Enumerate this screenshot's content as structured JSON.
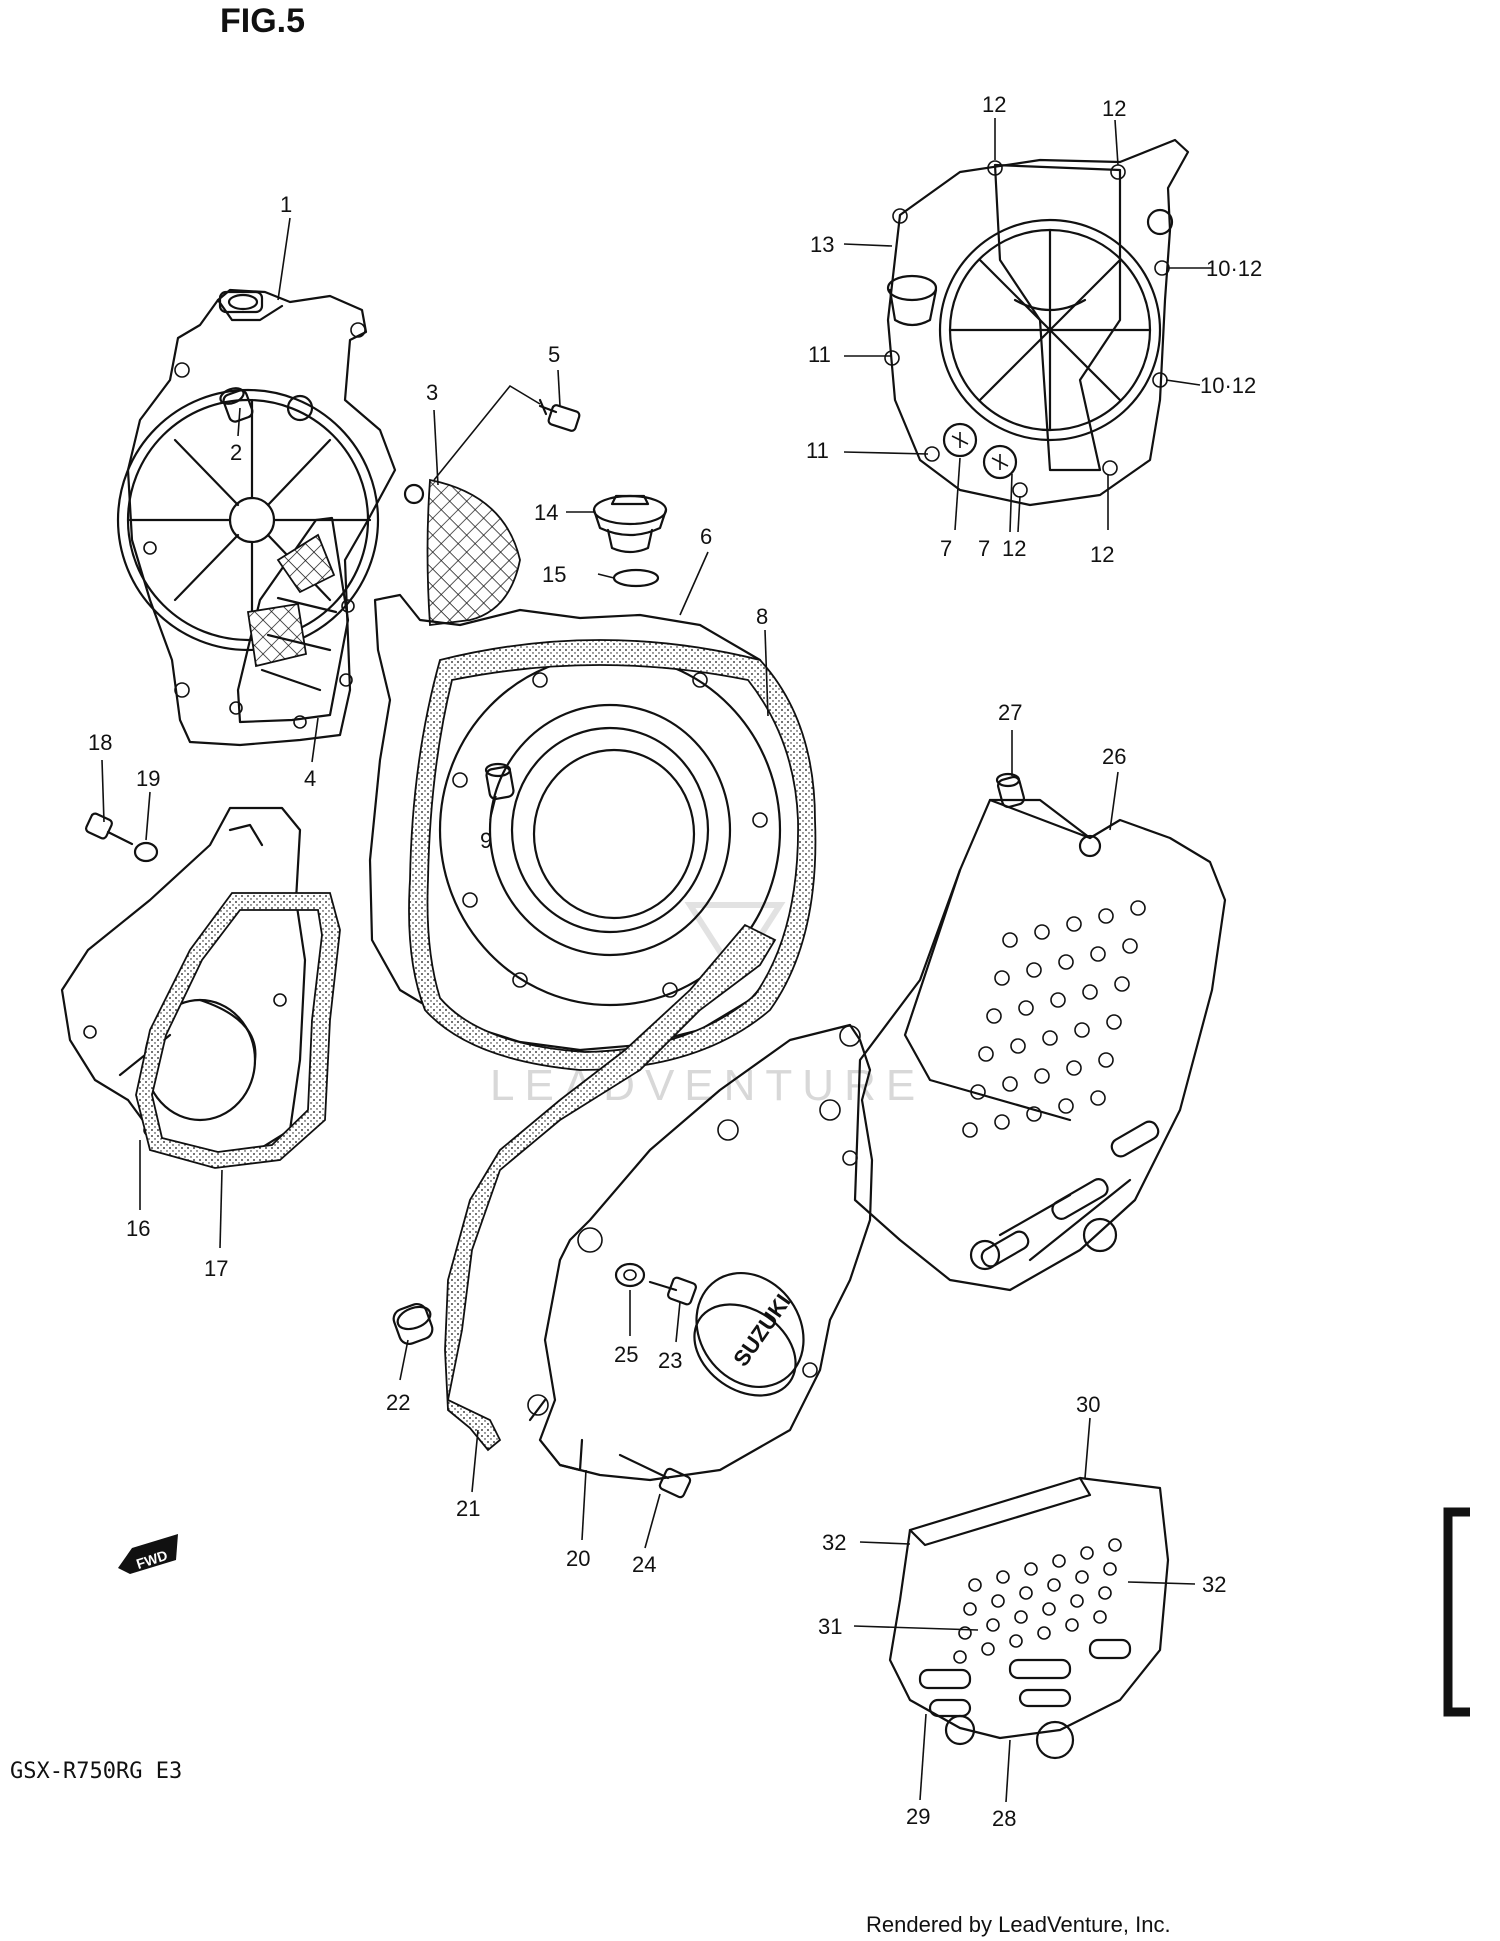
{
  "figure_title": "FIG.5",
  "model_code": "GSX-R750RG  E3",
  "credit": "Rendered by LeadVenture, Inc.",
  "watermark": "LEADVENTURE",
  "fwd_label": "FWD",
  "brand_badge": "SUZUKI",
  "callouts": [
    {
      "id": "c1",
      "text": "1"
    },
    {
      "id": "c2",
      "text": "2"
    },
    {
      "id": "c3",
      "text": "3"
    },
    {
      "id": "c4",
      "text": "4"
    },
    {
      "id": "c5",
      "text": "5"
    },
    {
      "id": "c6",
      "text": "6"
    },
    {
      "id": "c7a",
      "text": "7"
    },
    {
      "id": "c7b",
      "text": "7"
    },
    {
      "id": "c8",
      "text": "8"
    },
    {
      "id": "c9",
      "text": "9"
    },
    {
      "id": "c10a",
      "text": "10·12"
    },
    {
      "id": "c10b",
      "text": "10·12"
    },
    {
      "id": "c11a",
      "text": "11"
    },
    {
      "id": "c11b",
      "text": "11"
    },
    {
      "id": "c12a",
      "text": "12"
    },
    {
      "id": "c12b",
      "text": "12"
    },
    {
      "id": "c12c",
      "text": "12"
    },
    {
      "id": "c12d",
      "text": "12"
    },
    {
      "id": "c13",
      "text": "13"
    },
    {
      "id": "c14",
      "text": "14"
    },
    {
      "id": "c15",
      "text": "15"
    },
    {
      "id": "c16",
      "text": "16"
    },
    {
      "id": "c17",
      "text": "17"
    },
    {
      "id": "c18",
      "text": "18"
    },
    {
      "id": "c19",
      "text": "19"
    },
    {
      "id": "c20",
      "text": "20"
    },
    {
      "id": "c21",
      "text": "21"
    },
    {
      "id": "c22",
      "text": "22"
    },
    {
      "id": "c23",
      "text": "23"
    },
    {
      "id": "c24",
      "text": "24"
    },
    {
      "id": "c25",
      "text": "25"
    },
    {
      "id": "c26",
      "text": "26"
    },
    {
      "id": "c27",
      "text": "27"
    },
    {
      "id": "c28",
      "text": "28"
    },
    {
      "id": "c29",
      "text": "29"
    },
    {
      "id": "c30",
      "text": "30"
    },
    {
      "id": "c31",
      "text": "31"
    },
    {
      "id": "c32a",
      "text": "32"
    },
    {
      "id": "c32b",
      "text": "32"
    }
  ]
}
